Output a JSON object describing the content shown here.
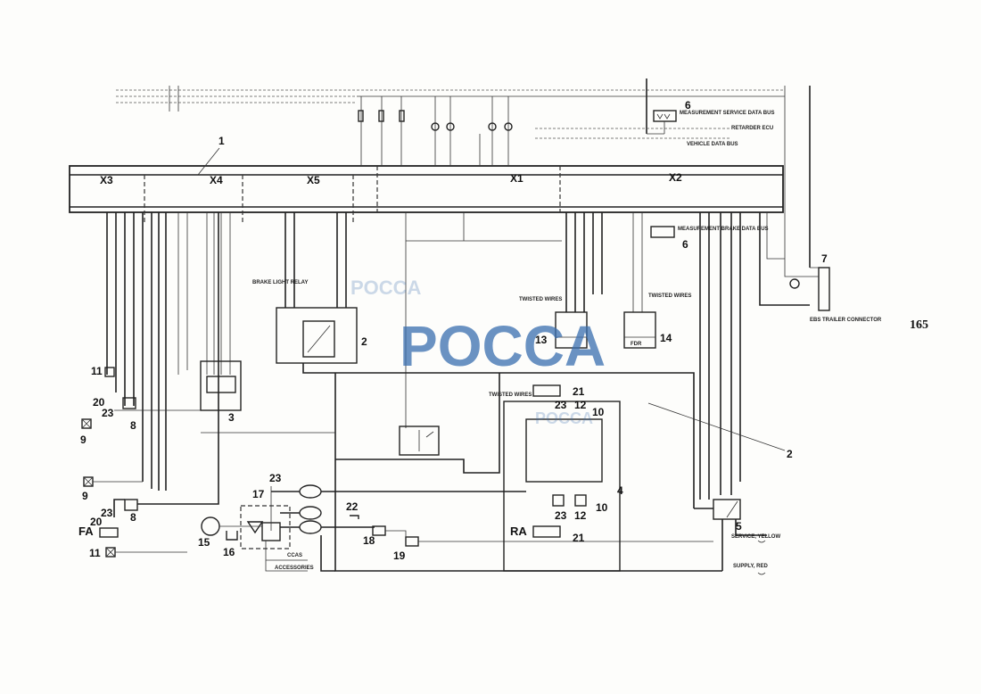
{
  "page_number": "165",
  "watermark": "POCCA",
  "connectors": {
    "x3": "X3",
    "x4": "X4",
    "x5": "X5",
    "x1": "X1",
    "x2": "X2"
  },
  "callouts": {
    "c1": "1",
    "c2a": "2",
    "c2b": "2",
    "c3": "3",
    "c4": "4",
    "c5": "5",
    "c6a": "6",
    "c6b": "6",
    "c7": "7",
    "c8a": "8",
    "c8b": "8",
    "c9a": "9",
    "c9b": "9",
    "c10a": "10",
    "c10b": "10",
    "c11a": "11",
    "c11b": "11",
    "c12a": "12",
    "c12b": "12",
    "c13": "13",
    "c14": "14",
    "c15": "15",
    "c16": "16",
    "c17": "17",
    "c18": "18",
    "c19": "19",
    "c20a": "20",
    "c20b": "20",
    "c21a": "21",
    "c21b": "21",
    "c22": "22",
    "c23a": "23",
    "c23b": "23",
    "c23c": "23",
    "c23d": "23"
  },
  "axles": {
    "front": "FA",
    "rear": "RA"
  },
  "text": {
    "measurement_service": "MEASUREMENT SERVICE DATA BUS",
    "measurement_brake": "MEASUREMENT BRAKE DATA BUS",
    "retarder": "RETARDER ECU",
    "vehicle_bus": "VEHICLE DATA BUS",
    "ebs_connector": "EBS TRAILER CONNECTOR",
    "brake_light_relay": "BRAKE LIGHT RELAY",
    "twisted_wires_1": "TWISTED WIRES",
    "twisted_wires_2": "TWISTED WIRES",
    "twisted_wires_3": "TWISTED WIRES",
    "fdr": "FDR",
    "ccas": "CCAS",
    "accessories": "ACCESSORIES",
    "service_yellow": "SERVICE, YELLOW",
    "supply_red": "SUPPLY, RED"
  }
}
